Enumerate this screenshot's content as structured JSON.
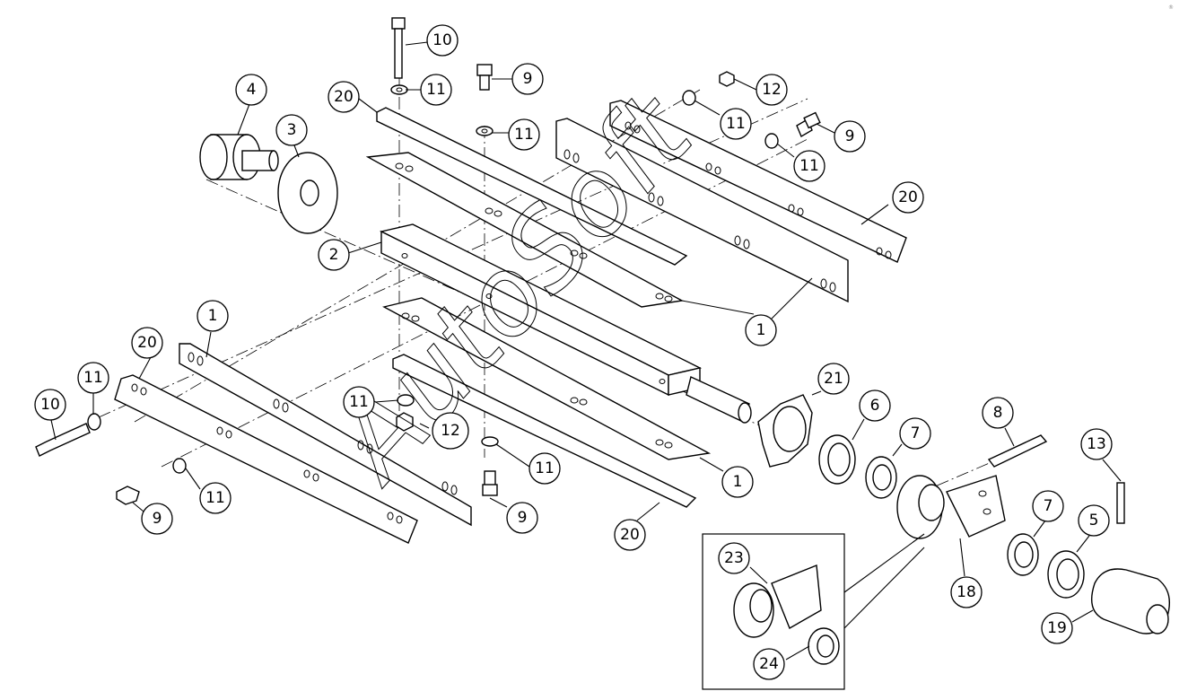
{
  "watermark": "AutoSoft",
  "corner_mark": "®",
  "callouts": [
    {
      "id": "c10a",
      "label": "10"
    },
    {
      "id": "c11a",
      "label": "11"
    },
    {
      "id": "c9a",
      "label": "9"
    },
    {
      "id": "c11b",
      "label": "11"
    },
    {
      "id": "c12a",
      "label": "12"
    },
    {
      "id": "c11c",
      "label": "11"
    },
    {
      "id": "c9b",
      "label": "9"
    },
    {
      "id": "c11d",
      "label": "11"
    },
    {
      "id": "c20a",
      "label": "20"
    },
    {
      "id": "c4",
      "label": "4"
    },
    {
      "id": "c3",
      "label": "3"
    },
    {
      "id": "c2",
      "label": "2"
    },
    {
      "id": "c20b",
      "label": "20"
    },
    {
      "id": "c1a",
      "label": "1"
    },
    {
      "id": "c1b",
      "label": "1"
    },
    {
      "id": "c20c",
      "label": "20"
    },
    {
      "id": "c10b",
      "label": "10"
    },
    {
      "id": "c11e",
      "label": "11"
    },
    {
      "id": "c11f",
      "label": "11"
    },
    {
      "id": "c12b",
      "label": "12"
    },
    {
      "id": "c11g",
      "label": "11"
    },
    {
      "id": "c9c",
      "label": "9"
    },
    {
      "id": "c11h",
      "label": "11"
    },
    {
      "id": "c9d",
      "label": "9"
    },
    {
      "id": "c1c",
      "label": "1"
    },
    {
      "id": "c20d",
      "label": "20"
    },
    {
      "id": "c21",
      "label": "21"
    },
    {
      "id": "c6",
      "label": "6"
    },
    {
      "id": "c7a",
      "label": "7"
    },
    {
      "id": "c8",
      "label": "8"
    },
    {
      "id": "c13",
      "label": "13"
    },
    {
      "id": "c7b",
      "label": "7"
    },
    {
      "id": "c5",
      "label": "5"
    },
    {
      "id": "c18",
      "label": "18"
    },
    {
      "id": "c19",
      "label": "19"
    },
    {
      "id": "c23",
      "label": "23"
    },
    {
      "id": "c24",
      "label": "24"
    }
  ]
}
